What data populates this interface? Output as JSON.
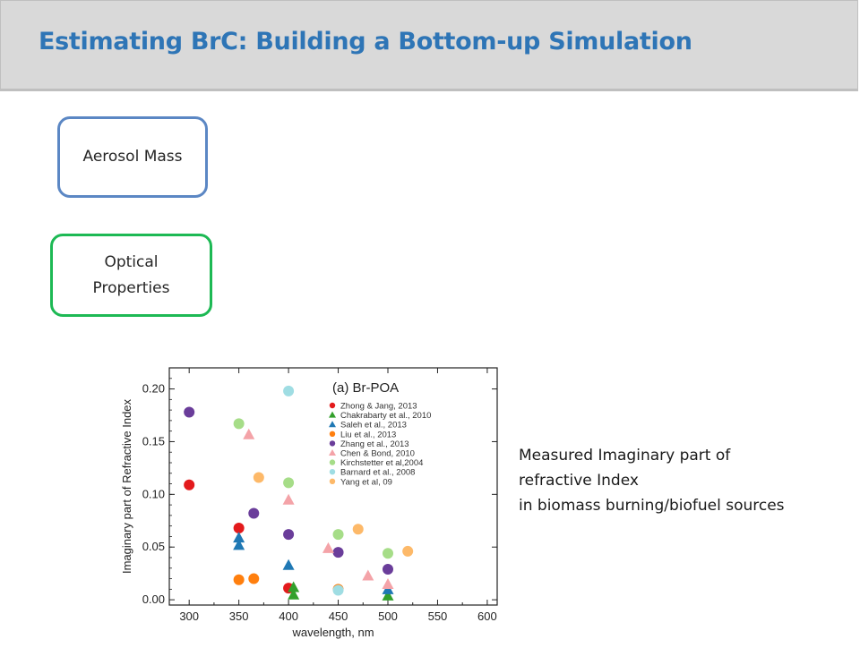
{
  "slide": {
    "title": "Estimating BrC: Building a Bottom-up Simulation",
    "boxes": {
      "aerosol_mass": "Aerosol Mass",
      "optical_properties": "Optical Properties"
    },
    "caption": {
      "line1": "Measured Imaginary part of",
      "line2": "refractive Index",
      "line3": "in biomass burning/biofuel sources"
    },
    "colors": {
      "title": "#2e75b6",
      "header_bg": "#d9d9d9",
      "box_mass_border": "#5b87c4",
      "box_optical_border": "#1db954"
    }
  },
  "chart_data": {
    "type": "scatter",
    "title": "(a) Br-POA",
    "xlabel": "wavelength, nm",
    "ylabel": "Imaginary part of Refractive Index",
    "xlim": [
      280,
      610
    ],
    "ylim": [
      -0.005,
      0.22
    ],
    "xticks": [
      300,
      350,
      400,
      450,
      500,
      550,
      600
    ],
    "yticks": [
      0.0,
      0.05,
      0.1,
      0.15,
      0.2
    ],
    "ytick_labels": [
      "0.00",
      "0.05",
      "0.10",
      "0.15",
      "0.20"
    ],
    "grid": false,
    "legend_position": "top-right",
    "series": [
      {
        "name": "Zhong & Jang, 2013",
        "marker": "circle",
        "color": "#e31a1c",
        "points": [
          [
            300,
            0.109
          ],
          [
            350,
            0.068
          ],
          [
            400,
            0.011
          ]
        ]
      },
      {
        "name": "Chakrabarty et al., 2010",
        "marker": "triangle",
        "color": "#33a02c",
        "points": [
          [
            405,
            0.012
          ],
          [
            405,
            0.005
          ],
          [
            500,
            0.004
          ]
        ]
      },
      {
        "name": "Saleh et al., 2013",
        "marker": "triangle",
        "color": "#1f78b4",
        "points": [
          [
            350,
            0.059
          ],
          [
            350,
            0.052
          ],
          [
            400,
            0.033
          ],
          [
            500,
            0.01
          ]
        ]
      },
      {
        "name": "Liu et al., 2013",
        "marker": "circle",
        "color": "#ff7f0e",
        "points": [
          [
            350,
            0.019
          ],
          [
            365,
            0.02
          ],
          [
            450,
            0.01
          ]
        ]
      },
      {
        "name": "Zhang et al., 2013",
        "marker": "circle",
        "color": "#6a3d9a",
        "points": [
          [
            300,
            0.178
          ],
          [
            365,
            0.082
          ],
          [
            400,
            0.062
          ],
          [
            450,
            0.045
          ],
          [
            500,
            0.029
          ]
        ]
      },
      {
        "name": "Chen & Bond, 2010",
        "marker": "triangle",
        "color": "#f4a3a8",
        "points": [
          [
            360,
            0.157
          ],
          [
            400,
            0.095
          ],
          [
            440,
            0.049
          ],
          [
            480,
            0.023
          ],
          [
            500,
            0.015
          ]
        ]
      },
      {
        "name": "Kirchstetter et al,2004",
        "marker": "circle",
        "color": "#a6dd88",
        "points": [
          [
            350,
            0.167
          ],
          [
            400,
            0.111
          ],
          [
            450,
            0.062
          ],
          [
            500,
            0.044
          ]
        ]
      },
      {
        "name": "Barnard et al., 2008",
        "marker": "circle",
        "color": "#9fdde3",
        "points": [
          [
            400,
            0.198
          ],
          [
            450,
            0.009
          ]
        ]
      },
      {
        "name": "Yang et al, 09",
        "marker": "circle",
        "color": "#fdb969",
        "points": [
          [
            370,
            0.116
          ],
          [
            470,
            0.067
          ],
          [
            520,
            0.046
          ]
        ]
      }
    ]
  }
}
